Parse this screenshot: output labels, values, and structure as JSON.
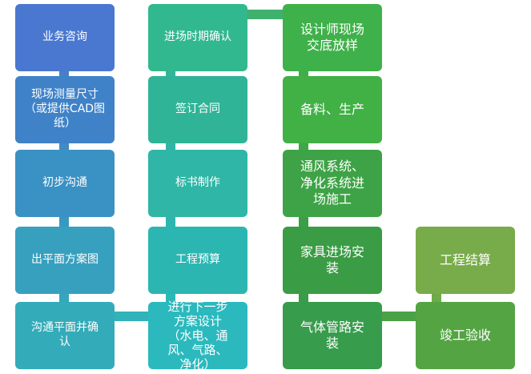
{
  "flowchart": {
    "column1": [
      {
        "id": "consult",
        "lines": [
          "业务咨询"
        ]
      },
      {
        "id": "measure",
        "lines": [
          "现场测量尺寸",
          "（或提供CAD图",
          "纸）"
        ]
      },
      {
        "id": "communicate",
        "lines": [
          "初步沟通"
        ]
      },
      {
        "id": "floorplan",
        "lines": [
          "出平面方案图"
        ]
      },
      {
        "id": "confirm-plan",
        "lines": [
          "沟通平面并确",
          "认"
        ]
      }
    ],
    "column2": [
      {
        "id": "schedule",
        "lines": [
          "进场时期确认"
        ]
      },
      {
        "id": "contract",
        "lines": [
          "签订合同"
        ]
      },
      {
        "id": "tender",
        "lines": [
          "标书制作"
        ]
      },
      {
        "id": "budget",
        "lines": [
          "工程预算"
        ]
      },
      {
        "id": "next-design",
        "lines": [
          "进行下一步",
          "方案设计",
          "（水电、通",
          "风、气路、",
          "净化）"
        ]
      }
    ],
    "column3": [
      {
        "id": "designer-layout",
        "lines": [
          "设计师现场",
          "交底放样"
        ]
      },
      {
        "id": "production",
        "lines": [
          "备料、生产"
        ]
      },
      {
        "id": "ventilation",
        "lines": [
          "通风系统、",
          "净化系统进",
          "场施工"
        ]
      },
      {
        "id": "furniture",
        "lines": [
          "家具进场安",
          "装"
        ]
      },
      {
        "id": "gas-pipe",
        "lines": [
          "气体管路安",
          "装"
        ]
      }
    ],
    "column4": [
      {
        "id": "settlement",
        "lines": [
          "工程结算"
        ]
      },
      {
        "id": "acceptance",
        "lines": [
          "竣工验收"
        ]
      }
    ]
  },
  "colors": {
    "column1_connector": "#4a7fc7",
    "column2_connector": "#34b59a",
    "column3_connector": "#3fae4a",
    "column4_connector": "#6faa48"
  }
}
